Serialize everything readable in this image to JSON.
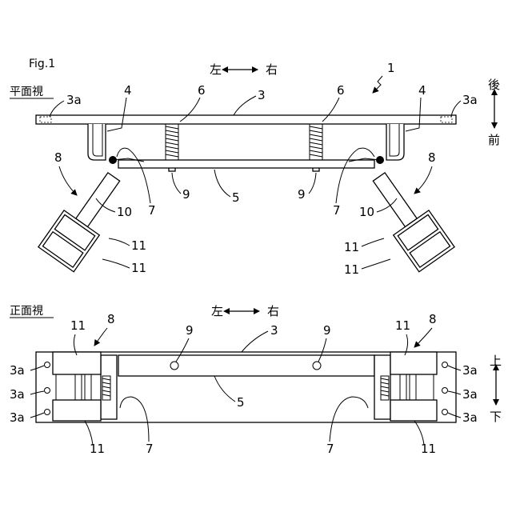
{
  "figure_label": "Fig.1",
  "top_view": {
    "title": "平面視",
    "direction_lr": {
      "left": "左",
      "right": "右"
    },
    "direction_fb": {
      "back": "後",
      "front": "前"
    },
    "labels": {
      "assembly": "1",
      "plate": "3",
      "plate_hole_left": "3a",
      "plate_hole_right": "3a",
      "bracket_left": "4",
      "bracket_right": "4",
      "bar": "5",
      "spring_left": "6",
      "spring_right": "6",
      "arm_left": "7",
      "arm_right": "7",
      "unit_left": "8",
      "unit_right": "8",
      "nut_left": "9",
      "nut_right": "9",
      "link_left": "10",
      "link_right": "10",
      "block_left_a": "11",
      "block_left_b": "11",
      "block_right_a": "11",
      "block_right_b": "11"
    }
  },
  "front_view": {
    "title": "正面視",
    "direction_lr": {
      "left": "左",
      "right": "右"
    },
    "direction_ud": {
      "up": "上",
      "down": "下"
    },
    "labels": {
      "plate": "3",
      "holes_left": [
        "3a",
        "3a",
        "3a"
      ],
      "holes_right": [
        "3a",
        "3a",
        "3a"
      ],
      "bar": "5",
      "arm_left": "7",
      "arm_right": "7",
      "unit_left": "8",
      "unit_right": "8",
      "pin_left": "9",
      "pin_right": "9",
      "block_left_top": "11",
      "block_left_bottom": "11",
      "block_right_top": "11",
      "block_right_bottom": "11"
    }
  }
}
